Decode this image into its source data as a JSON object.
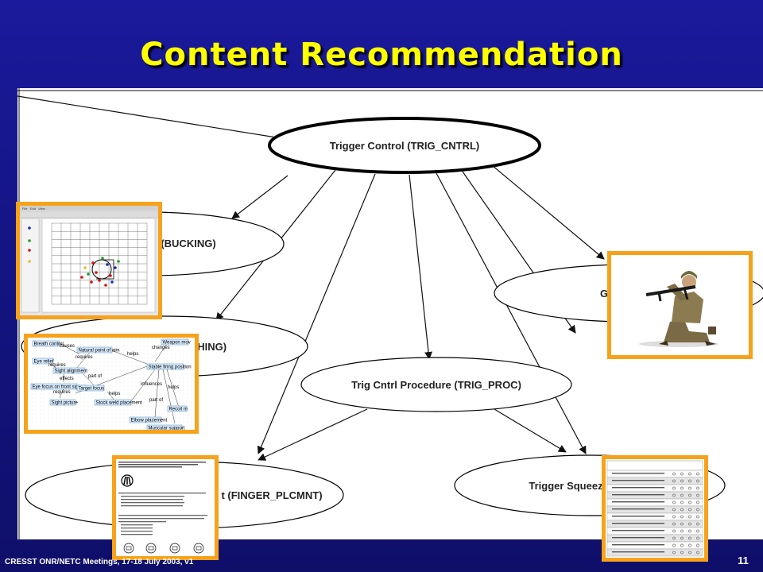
{
  "title": "Content Recommendation",
  "footer": {
    "meeting": "CRESST ONR/NETC Meetings, 17-18 July 2003, v1",
    "page_number": "11"
  },
  "colors": {
    "background": "#15158a",
    "title": "#ffff00",
    "thumbnail_border": "#f7a21b"
  },
  "graph": {
    "nodes": [
      {
        "id": "trig_cntrl",
        "label": "Trigger Control (TRIG_CNTRL)"
      },
      {
        "id": "bucking",
        "label": "(BUCKING)"
      },
      {
        "id": "jerking",
        "label": "CHING)"
      },
      {
        "id": "trig_proc",
        "label": "Trig Cntrl Procedure (TRIG_PROC)"
      },
      {
        "id": "finger",
        "label": "t (FINGER_PLCMNT)"
      },
      {
        "id": "squeeze",
        "label": "Trigger Squeez"
      },
      {
        "id": "right_node",
        "label": "G"
      }
    ]
  },
  "concept_map": {
    "nodes": [
      "Breath control",
      "Natural point of aim",
      "Weapon mov",
      "Eye relief",
      "Sight alignment",
      "Stable firing position",
      "Eye focus on front sight tip",
      "Target focus",
      "Sight picture",
      "Stock weld placement",
      "Elbow placement",
      "Recoil m",
      "Muscular support"
    ],
    "links": [
      "causes",
      "requires",
      "helps",
      "changes",
      "requires",
      "effects",
      "part of",
      "requires",
      "helps",
      "influences",
      "part of",
      "helps"
    ]
  },
  "grid_app": {
    "menu": [
      "File",
      "Edit",
      "View"
    ]
  }
}
